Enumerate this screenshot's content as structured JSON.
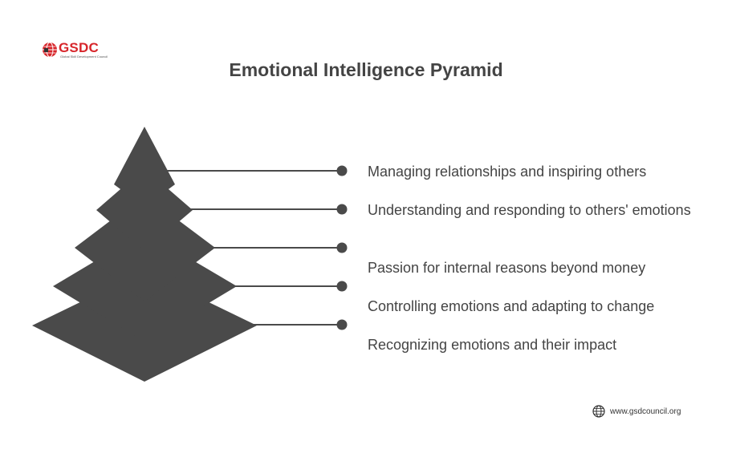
{
  "logo": {
    "icon": "globe-logo-icon",
    "text": "GSDC",
    "tagline": "Global Skill Development Council",
    "color": "#d7262b"
  },
  "title": "Emotional Intelligence Pyramid",
  "pyramid": {
    "fill_color": "#4a4a4a",
    "line_color": "#4a4a4a",
    "levels": [
      {
        "label": "Managing relationships and inspiring others"
      },
      {
        "label": "Understanding and responding to others' emotions"
      },
      {
        "label": "Passion for internal reasons beyond money"
      },
      {
        "label": "Controlling emotions and adapting to change"
      },
      {
        "label": "Recognizing emotions and their impact"
      }
    ]
  },
  "footer": {
    "icon": "globe-icon",
    "url": "www.gsdcouncil.org"
  }
}
